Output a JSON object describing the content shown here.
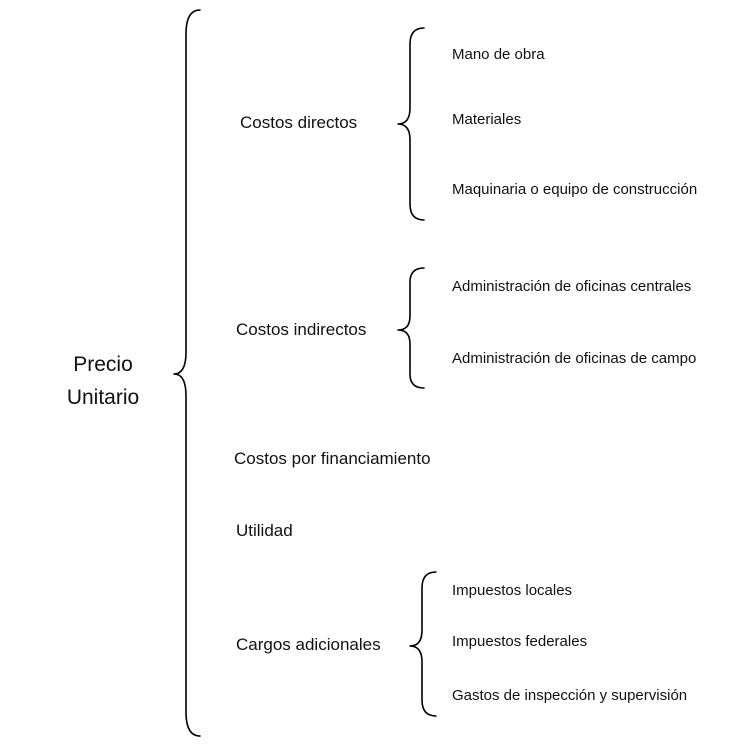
{
  "root": {
    "line1": "Precio",
    "line2": "Unitario"
  },
  "categories": [
    {
      "label": "Costos directos",
      "items": [
        "Mano de obra",
        "Materiales",
        "Maquinaria o equipo de construcción"
      ]
    },
    {
      "label": "Costos indirectos",
      "items": [
        "Administración de oficinas centrales",
        "Administración de oficinas de campo"
      ]
    },
    {
      "label": "Costos por financiamiento",
      "items": []
    },
    {
      "label": "Utilidad",
      "items": []
    },
    {
      "label": "Cargos adicionales",
      "items": [
        "Impuestos locales",
        "Impuestos federales",
        "Gastos de inspección y supervisión"
      ]
    }
  ]
}
